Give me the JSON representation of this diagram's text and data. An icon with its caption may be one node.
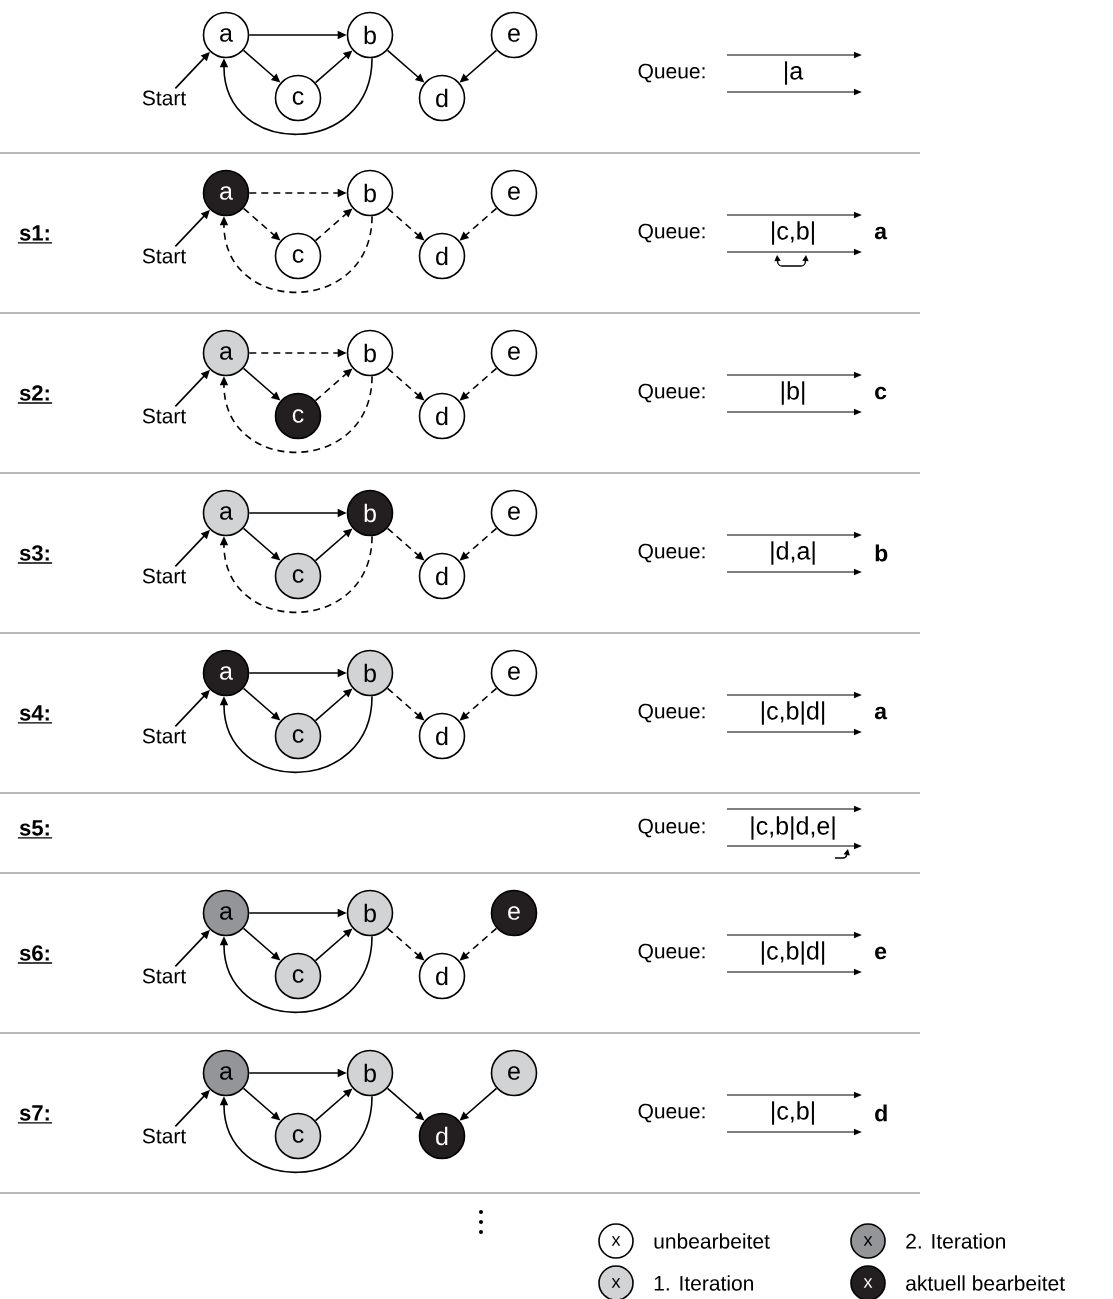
{
  "diagram": {
    "nodes": [
      {
        "text": [
          "a"
        ]
      },
      {
        "text": [
          "b"
        ]
      },
      {
        "text": [
          "c"
        ]
      },
      {
        "text": [
          "d"
        ]
      },
      {
        "text": [
          "e"
        ]
      },
      {
        "text": [
          "Start"
        ]
      },
      {
        "text": [
          "a"
        ]
      },
      {
        "text": [
          "b"
        ]
      },
      {
        "text": [
          "c"
        ]
      },
      {
        "text": [
          "d"
        ]
      },
      {
        "text": [
          "e"
        ]
      },
      {
        "text": [
          "Start"
        ]
      },
      {
        "text": [
          "a"
        ]
      },
      {
        "text": [
          "b"
        ]
      },
      {
        "text": [
          "c"
        ]
      },
      {
        "text": [
          "d"
        ]
      },
      {
        "text": [
          "e"
        ]
      },
      {
        "text": [
          "Start"
        ]
      },
      {
        "text": [
          "a"
        ]
      },
      {
        "text": [
          "b"
        ]
      },
      {
        "text": [
          "c"
        ]
      },
      {
        "text": [
          "d"
        ]
      },
      {
        "text": [
          "e"
        ]
      },
      {
        "text": [
          "Start"
        ]
      },
      {
        "text": [
          "a"
        ]
      },
      {
        "text": [
          "b"
        ]
      },
      {
        "text": [
          "c"
        ]
      },
      {
        "text": [
          "d"
        ]
      },
      {
        "text": [
          "e"
        ]
      },
      {
        "text": [
          "Start"
        ]
      },
      {
        "text": [
          "a"
        ]
      },
      {
        "text": [
          "b"
        ]
      },
      {
        "text": [
          "c"
        ]
      },
      {
        "text": [
          "d"
        ]
      },
      {
        "text": [
          "e"
        ]
      },
      {
        "text": [
          "Start"
        ]
      },
      {
        "text": [
          "a"
        ]
      },
      {
        "text": [
          "b"
        ]
      },
      {
        "text": [
          "c"
        ]
      },
      {
        "text": [
          "d"
        ]
      },
      {
        "text": [
          "e"
        ]
      },
      {
        "text": [
          "Start"
        ]
      }
    ],
    "edges": [
      {
        "from": 5,
        "to": 0,
        "arrow": "to"
      },
      {
        "from": 0,
        "to": 1,
        "arrow": "to"
      },
      {
        "from": 0,
        "to": 2,
        "arrow": "to"
      },
      {
        "from": 2,
        "to": 1,
        "arrow": "to"
      },
      {
        "from": 1,
        "to": 0,
        "arrow": "to"
      },
      {
        "from": 1,
        "to": 3,
        "arrow": "to"
      },
      {
        "from": 4,
        "to": 3,
        "arrow": "to"
      },
      {
        "from": 11,
        "to": 6,
        "arrow": "to"
      },
      {
        "from": 6,
        "to": 7,
        "arrow": "to",
        "style": "dashed"
      },
      {
        "from": 6,
        "to": 8,
        "arrow": "to",
        "style": "dashed"
      },
      {
        "from": 8,
        "to": 7,
        "arrow": "to",
        "style": "dashed"
      },
      {
        "from": 7,
        "to": 6,
        "arrow": "to",
        "style": "dashed"
      },
      {
        "from": 7,
        "to": 9,
        "arrow": "to",
        "style": "dashed"
      },
      {
        "from": 10,
        "to": 9,
        "arrow": "to",
        "style": "dashed"
      },
      {
        "from": 17,
        "to": 12,
        "arrow": "to"
      },
      {
        "from": 12,
        "to": 13,
        "arrow": "to",
        "style": "dashed"
      },
      {
        "from": 12,
        "to": 14,
        "arrow": "to"
      },
      {
        "from": 14,
        "to": 13,
        "arrow": "to",
        "style": "dashed"
      },
      {
        "from": 13,
        "to": 12,
        "arrow": "to",
        "style": "dashed"
      },
      {
        "from": 13,
        "to": 15,
        "arrow": "to",
        "style": "dashed"
      },
      {
        "from": 16,
        "to": 15,
        "arrow": "to",
        "style": "dashed"
      },
      {
        "from": 23,
        "to": 18,
        "arrow": "to"
      },
      {
        "from": 18,
        "to": 19,
        "arrow": "to"
      },
      {
        "from": 18,
        "to": 20,
        "arrow": "to"
      },
      {
        "from": 20,
        "to": 19,
        "arrow": "to"
      },
      {
        "from": 19,
        "to": 18,
        "arrow": "to",
        "style": "dashed"
      },
      {
        "from": 19,
        "to": 21,
        "arrow": "to",
        "style": "dashed"
      },
      {
        "from": 22,
        "to": 21,
        "arrow": "to",
        "style": "dashed"
      },
      {
        "from": 29,
        "to": 24,
        "arrow": "to"
      },
      {
        "from": 24,
        "to": 25,
        "arrow": "to"
      },
      {
        "from": 24,
        "to": 26,
        "arrow": "to"
      },
      {
        "from": 26,
        "to": 25,
        "arrow": "to"
      },
      {
        "from": 25,
        "to": 24,
        "arrow": "to"
      },
      {
        "from": 25,
        "to": 27,
        "arrow": "to",
        "style": "dashed"
      },
      {
        "from": 28,
        "to": 27,
        "arrow": "to",
        "style": "dashed"
      },
      {
        "from": 35,
        "to": 30,
        "arrow": "to"
      },
      {
        "from": 30,
        "to": 31,
        "arrow": "to"
      },
      {
        "from": 30,
        "to": 32,
        "arrow": "to"
      },
      {
        "from": 32,
        "to": 31,
        "arrow": "to"
      },
      {
        "from": 31,
        "to": 30,
        "arrow": "to"
      },
      {
        "from": 31,
        "to": 33,
        "arrow": "to",
        "style": "dashed"
      },
      {
        "from": 34,
        "to": 33,
        "arrow": "to",
        "style": "dashed"
      },
      {
        "from": 41,
        "to": 36,
        "arrow": "to"
      },
      {
        "from": 36,
        "to": 37,
        "arrow": "to"
      },
      {
        "from": 36,
        "to": 38,
        "arrow": "to"
      },
      {
        "from": 38,
        "to": 37,
        "arrow": "to"
      },
      {
        "from": 37,
        "to": 36,
        "arrow": "to"
      },
      {
        "from": 37,
        "to": 39,
        "arrow": "to"
      },
      {
        "from": 40,
        "to": 39,
        "arrow": "to"
      }
    ],
    "labels": [
      "Queue:",
      "|a",
      "s1:",
      "Queue:",
      "|c,b|",
      "a",
      "s2:",
      "Queue:",
      "|b|",
      "c",
      "s3:",
      "Queue:",
      "|d,a|",
      "b",
      "s4:",
      "Queue:",
      "|c,b|d|",
      "a",
      "s5:",
      "Queue:",
      "|c,b|d,e|",
      "s6:",
      "Queue:",
      "|c,b|d|",
      "e",
      "s7:",
      "Queue:",
      "|c,b|",
      "d",
      "x",
      "x",
      "x",
      "x"
    ],
    "legend": [
      {
        "text": "unbearbeitet"
      },
      {
        "text": "2. Iteration",
        "color": "#939598"
      },
      {
        "text": "1. Iteration",
        "color": "#d1d3d4"
      },
      {
        "text": "aktuell bearbeitet",
        "color": "#231f20"
      }
    ]
  }
}
